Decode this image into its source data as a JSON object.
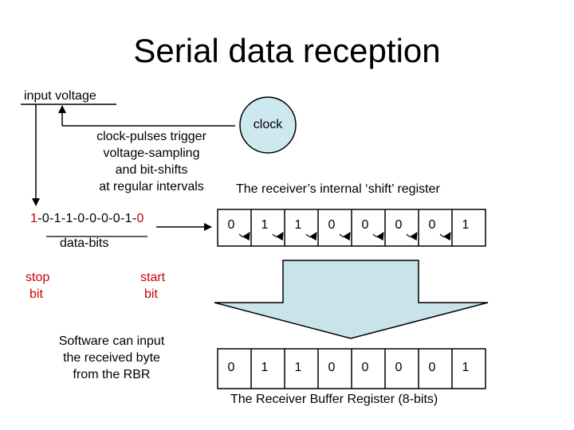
{
  "title": "Serial data reception",
  "input_voltage_label": "input voltage",
  "clock_label": "clock",
  "trigger_text": [
    "clock-pulses trigger",
    "voltage-sampling",
    "and bit-shifts",
    "at regular intervals"
  ],
  "shift_register_caption": "The receiver’s internal ‘shift’ register",
  "serial_stream": {
    "stop_part": "1",
    "data_part": "-0-1-1-0-0-0-0-1-",
    "start_part": "0"
  },
  "data_bits_label": "data-bits",
  "stop_bit_label": [
    "stop",
    "bit"
  ],
  "start_bit_label": [
    "start",
    "bit"
  ],
  "software_text": [
    "Software can input",
    "the received byte",
    "from the RBR"
  ],
  "shift_register_bits": [
    "0",
    "1",
    "1",
    "0",
    "0",
    "0",
    "0",
    "1"
  ],
  "rbr_bits": [
    "0",
    "1",
    "1",
    "0",
    "0",
    "0",
    "0",
    "1"
  ],
  "rbr_caption": "The Receiver Buffer Register (8-bits)",
  "colors": {
    "clock_fill": "#cde8ee",
    "arrow_fill": "#c8e3ea",
    "stop_start_text": "#cc0000"
  }
}
